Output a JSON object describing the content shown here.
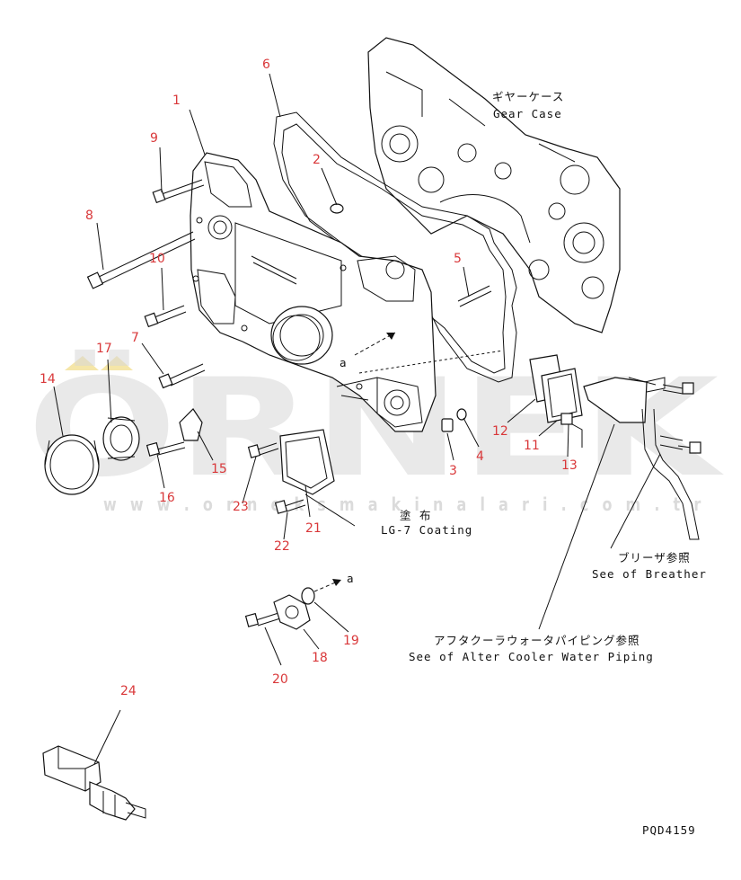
{
  "watermark": {
    "brand": "ÖRNEK",
    "url": "w w w . o r n e k s m a k i n a l a r i . c o m . t r",
    "brand_color": "#d8d8d8",
    "accent_color": "#f5e6a8"
  },
  "callout_color": "#d9383a",
  "labels": {
    "gear_case_jp": "ギヤーケース",
    "gear_case_en": "Gear Case",
    "coating_jp": "塗 布",
    "coating_en": "LG-7 Coating",
    "breather_jp": "ブリーザ参照",
    "breather_en": "See of Breather",
    "aftercooler_jp": "アフタクーラウォータパイピング参照",
    "aftercooler_en": "See of Alter Cooler Water Piping",
    "ref_a1": "a",
    "ref_a2": "a",
    "drawing_no": "PQD4159"
  },
  "callouts": [
    "1",
    "2",
    "3",
    "4",
    "5",
    "6",
    "7",
    "8",
    "9",
    "10",
    "11",
    "12",
    "13",
    "14",
    "15",
    "16",
    "17",
    "18",
    "19",
    "20",
    "21",
    "22",
    "23",
    "24"
  ]
}
